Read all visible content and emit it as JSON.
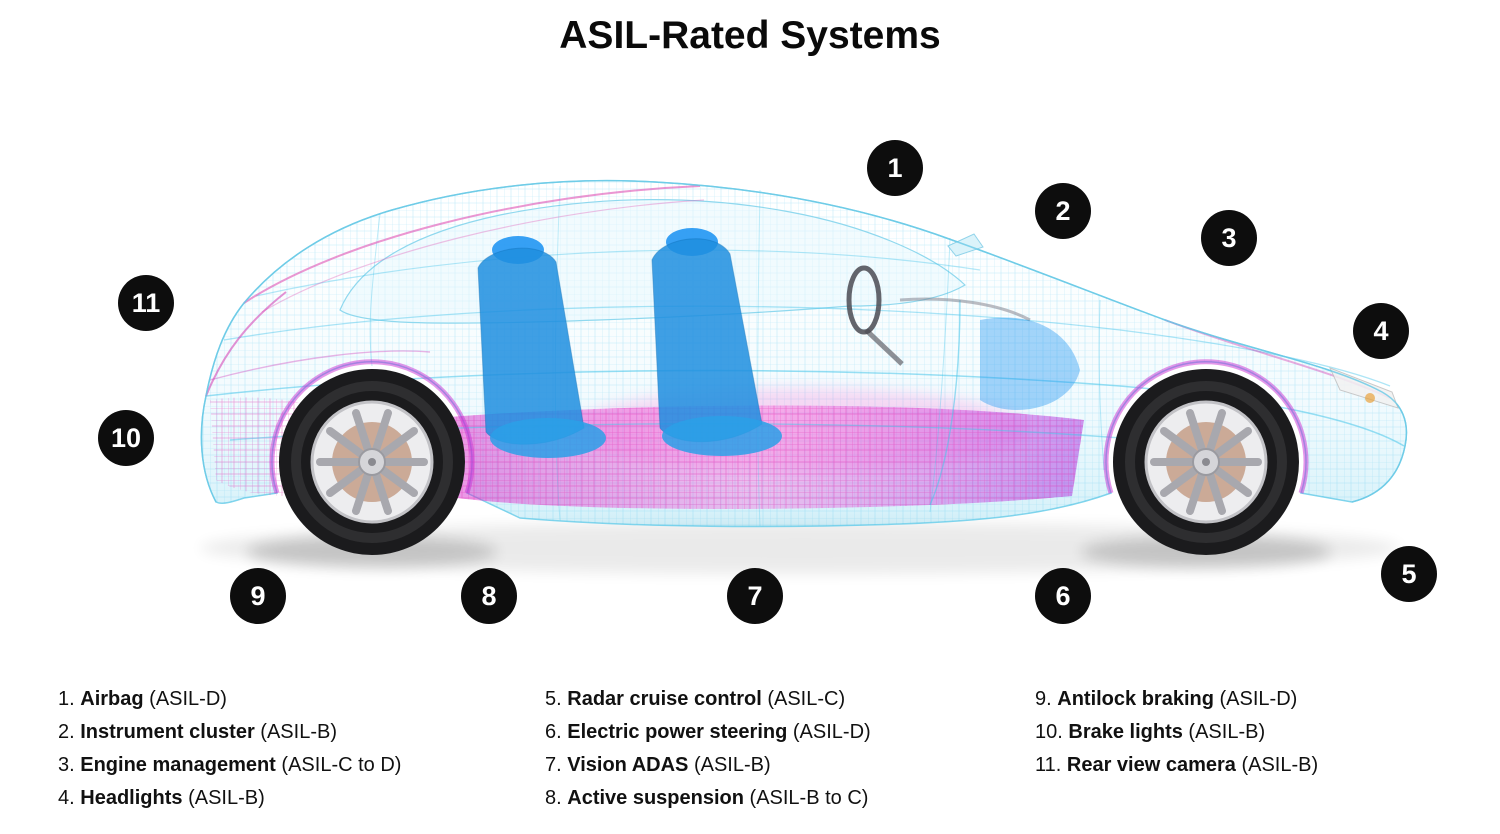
{
  "title": "ASIL-Rated Systems",
  "markers": [
    {
      "label": "1"
    },
    {
      "label": "2"
    },
    {
      "label": "3"
    },
    {
      "label": "4"
    },
    {
      "label": "5"
    },
    {
      "label": "6"
    },
    {
      "label": "7"
    },
    {
      "label": "8"
    },
    {
      "label": "9"
    },
    {
      "label": "10"
    },
    {
      "label": "11"
    }
  ],
  "legend": {
    "columns": [
      {
        "items": [
          {
            "num": "1.",
            "name": "Airbag",
            "rating": "(ASIL-D)"
          },
          {
            "num": "2.",
            "name": "Instrument cluster",
            "rating": "(ASIL-B)"
          },
          {
            "num": "3.",
            "name": "Engine management",
            "rating": "(ASIL-C to D)"
          },
          {
            "num": "4.",
            "name": "Headlights",
            "rating": "(ASIL-B)"
          }
        ]
      },
      {
        "items": [
          {
            "num": "5.",
            "name": "Radar cruise control",
            "rating": "(ASIL-C)"
          },
          {
            "num": "6.",
            "name": "Electric power steering",
            "rating": "(ASIL-D)"
          },
          {
            "num": "7.",
            "name": "Vision ADAS",
            "rating": "(ASIL-B)"
          },
          {
            "num": "8.",
            "name": "Active suspension",
            "rating": "(ASIL-B to C)"
          }
        ]
      },
      {
        "items": [
          {
            "num": "9.",
            "name": "Antilock braking",
            "rating": "(ASIL-D)"
          },
          {
            "num": "10.",
            "name": "Brake lights",
            "rating": "(ASIL-B)"
          },
          {
            "num": "11.",
            "name": "Rear view camera",
            "rating": "(ASIL-B)"
          }
        ]
      }
    ]
  },
  "colors": {
    "marker_bg": "#0d0d0d",
    "marker_text": "#ffffff",
    "wireframe_cyan": "#2ab6e8",
    "wireframe_magenta": "#d929c8",
    "seat_blue": "#1f8fe0",
    "background": "#ffffff",
    "text": "#111111"
  }
}
